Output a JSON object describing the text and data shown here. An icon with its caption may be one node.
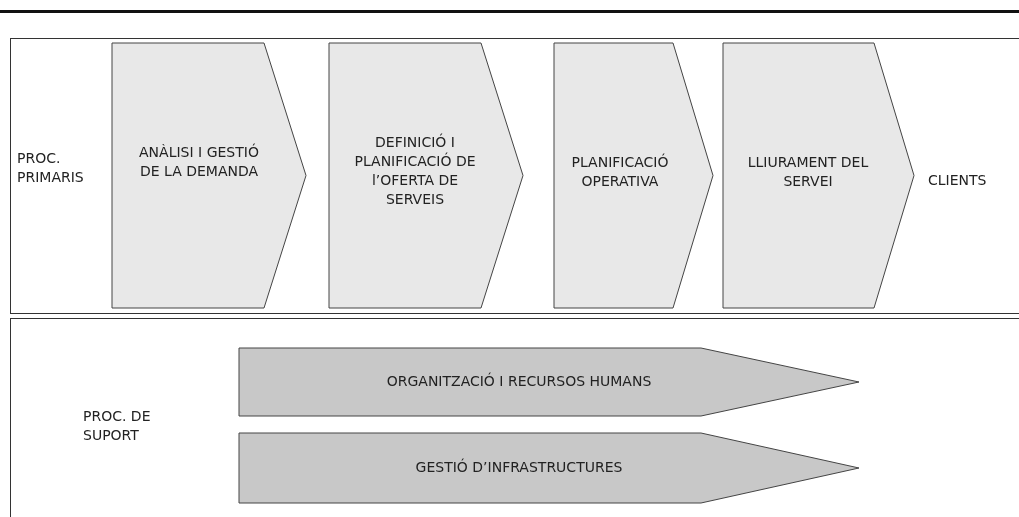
{
  "diagram": {
    "nodes": [
      {
        "text": [
          "PROC. PRIMARIS"
        ]
      },
      {
        "text": [
          "ANÀLISI I GESTIÓ DE LA DEMANDA"
        ],
        "in": 0
      },
      {
        "text": [
          "DEFINICIÓ I PLANIFICACIÓ DE l’OFERTA DE SERVEIS"
        ],
        "in": 0
      },
      {
        "text": [
          "PLANIFICACIÓ OPERATIVA"
        ],
        "in": 0
      },
      {
        "text": [
          "LLIURAMENT DEL SERVEI"
        ],
        "in": 0
      },
      {
        "text": [
          "PROC. DE SUPORT"
        ]
      },
      {
        "text": [
          "ORGANITZACIÓ I RECURSOS HUMANS"
        ],
        "in": 5
      },
      {
        "text": [
          "GESTIÓ D’INFRASTRUCTURES"
        ],
        "in": 5
      }
    ],
    "edges": [],
    "labels": [
      "CLIENTS"
    ]
  }
}
